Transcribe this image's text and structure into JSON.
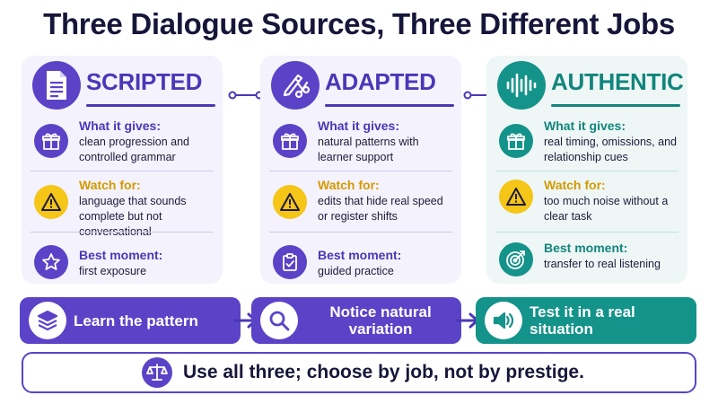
{
  "title": "Three Dialogue Sources, Three Different Jobs",
  "cards": [
    {
      "name": "SCRIPTED",
      "header_icon": "document-icon",
      "rows": [
        {
          "icon": "gift-icon",
          "label": "What it gives:",
          "text": "clean progression and controlled grammar"
        },
        {
          "icon": "warning-icon",
          "label": "Watch for:",
          "text": "language that sounds complete but not conversational"
        },
        {
          "icon": "star-icon",
          "label": "Best moment:",
          "text": "first exposure"
        }
      ]
    },
    {
      "name": "ADAPTED",
      "header_icon": "pencil-scissors-icon",
      "rows": [
        {
          "icon": "gift-icon",
          "label": "What it gives:",
          "text": "natural patterns with learner support"
        },
        {
          "icon": "warning-icon",
          "label": "Watch for:",
          "text": "edits that hide real speed or register shifts"
        },
        {
          "icon": "clipboard-check-icon",
          "label": "Best moment:",
          "text": "guided practice"
        }
      ]
    },
    {
      "name": "AUTHENTIC",
      "header_icon": "sound-wave-icon",
      "rows": [
        {
          "icon": "gift-icon",
          "label": "What it gives:",
          "text": "real timing, omissions, and relationship cues"
        },
        {
          "icon": "warning-icon",
          "label": "Watch for:",
          "text": "too much noise without a clear task"
        },
        {
          "icon": "target-icon",
          "label": "Best moment:",
          "text": "transfer to real listening"
        }
      ]
    }
  ],
  "steps": [
    {
      "icon": "layers-icon",
      "text": "Learn the pattern"
    },
    {
      "icon": "magnifier-icon",
      "text": "Notice natural variation"
    },
    {
      "icon": "speaker-icon",
      "text": "Test it in a real situation"
    }
  ],
  "footer": {
    "icon": "scales-icon",
    "text": "Use all three; choose by job, not by prestige."
  },
  "colors": {
    "purple": "#5b43c8",
    "teal": "#14938a",
    "warning": "#f5c518",
    "title": "#17163a"
  }
}
